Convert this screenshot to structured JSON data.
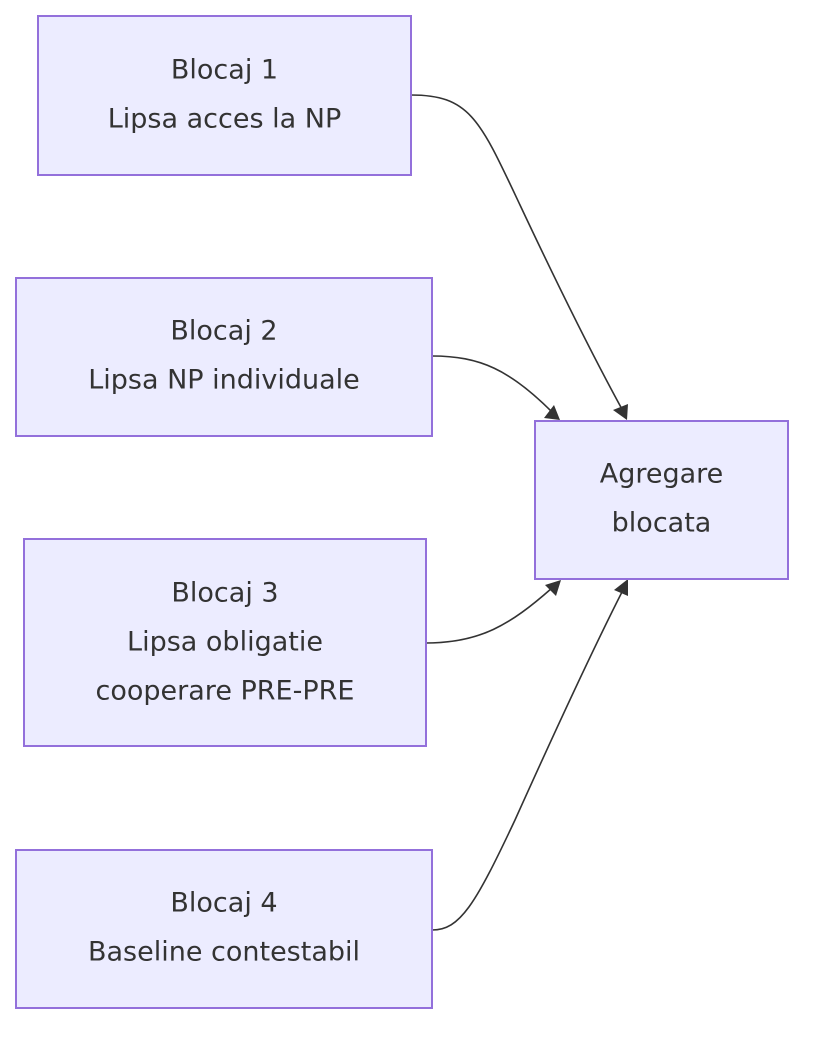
{
  "diagram": {
    "type": "flowchart",
    "nodes": [
      {
        "id": "b1",
        "lines": [
          "Blocaj 1",
          "Lipsa acces la NP"
        ]
      },
      {
        "id": "b2",
        "lines": [
          "Blocaj 2",
          "Lipsa NP individuale"
        ]
      },
      {
        "id": "b3",
        "lines": [
          "Blocaj 3",
          "Lipsa obligatie",
          "cooperare PRE-PRE"
        ]
      },
      {
        "id": "b4",
        "lines": [
          "Blocaj 4",
          "Baseline contestabil"
        ]
      },
      {
        "id": "agg",
        "lines": [
          "Agregare",
          "blocata"
        ]
      }
    ],
    "edges": [
      {
        "from": "b1",
        "to": "agg"
      },
      {
        "from": "b2",
        "to": "agg"
      },
      {
        "from": "b3",
        "to": "agg"
      },
      {
        "from": "b4",
        "to": "agg"
      }
    ],
    "colors": {
      "node_fill": "#ececff",
      "node_stroke": "#9370db",
      "edge": "#333333",
      "text": "#333333"
    }
  }
}
